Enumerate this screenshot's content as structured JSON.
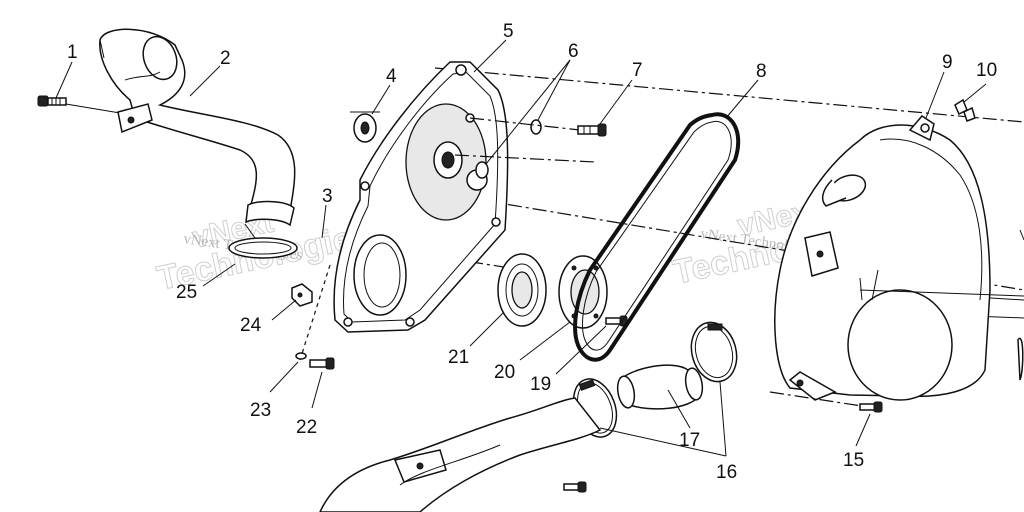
{
  "parts": [
    {
      "id": "p1",
      "label": "1"
    },
    {
      "id": "p2",
      "label": "2"
    },
    {
      "id": "p3",
      "label": "3"
    },
    {
      "id": "p4",
      "label": "4"
    },
    {
      "id": "p5",
      "label": "5"
    },
    {
      "id": "p6",
      "label": "6"
    },
    {
      "id": "p7",
      "label": "7"
    },
    {
      "id": "p8",
      "label": "8"
    },
    {
      "id": "p9",
      "label": "9"
    },
    {
      "id": "p10",
      "label": "10"
    },
    {
      "id": "p15",
      "label": "15"
    },
    {
      "id": "p16",
      "label": "16"
    },
    {
      "id": "p17",
      "label": "17"
    },
    {
      "id": "p19",
      "label": "19"
    },
    {
      "id": "p20",
      "label": "20"
    },
    {
      "id": "p21",
      "label": "21"
    },
    {
      "id": "p22",
      "label": "22"
    },
    {
      "id": "p23",
      "label": "23"
    },
    {
      "id": "p24",
      "label": "24"
    },
    {
      "id": "p25",
      "label": "25"
    }
  ],
  "watermark": {
    "small": "vNext Technologies",
    "large": "Technologies",
    "large_top": "vNext"
  }
}
